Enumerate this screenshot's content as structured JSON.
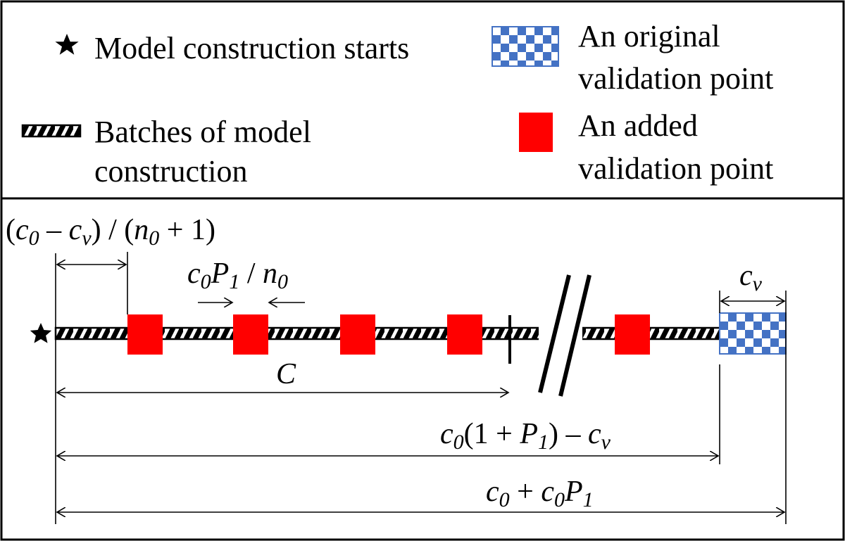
{
  "legend": {
    "start_label": "Model construction starts",
    "batches_label_line1": "Batches of model",
    "batches_label_line2": "construction",
    "original_label_line1": "An original",
    "original_label_line2": "validation point",
    "added_label_line1": "An added",
    "added_label_line2": "validation point",
    "icons": [
      "star-icon",
      "hatched-bar-icon",
      "checkered-square-icon",
      "red-square-icon"
    ]
  },
  "annotations": {
    "first_gap": {
      "open_paren": "(",
      "c": "c",
      "sub0": "0",
      "minus": " – ",
      "c2": "c",
      "subv": "v",
      "mid": ") / (",
      "n": "n",
      "sub0b": "0",
      "end": " + 1)"
    },
    "point_width": {
      "c": "c",
      "sub0": "0",
      "P": "P",
      "sub1": "1",
      "slash": " / ",
      "n": "n",
      "sub0b": "0"
    },
    "cv": {
      "c": "c",
      "subv": "v"
    },
    "C": "C",
    "span_total_minus_cv": {
      "c": "c",
      "sub0": "0",
      "mid": "(1 + ",
      "P": "P",
      "sub1": "1",
      "end": ") – ",
      "c2": "c",
      "subv": "v"
    },
    "span_total": {
      "c": "c",
      "sub0": "0",
      "plus": " + ",
      "c2": "c",
      "sub0b": "0",
      "P": "P",
      "sub1": "1"
    }
  },
  "colors": {
    "added_point": "#ff0000",
    "original_point_blue": "#4472c4",
    "original_point_light": "#ffffff",
    "line": "#000000"
  }
}
